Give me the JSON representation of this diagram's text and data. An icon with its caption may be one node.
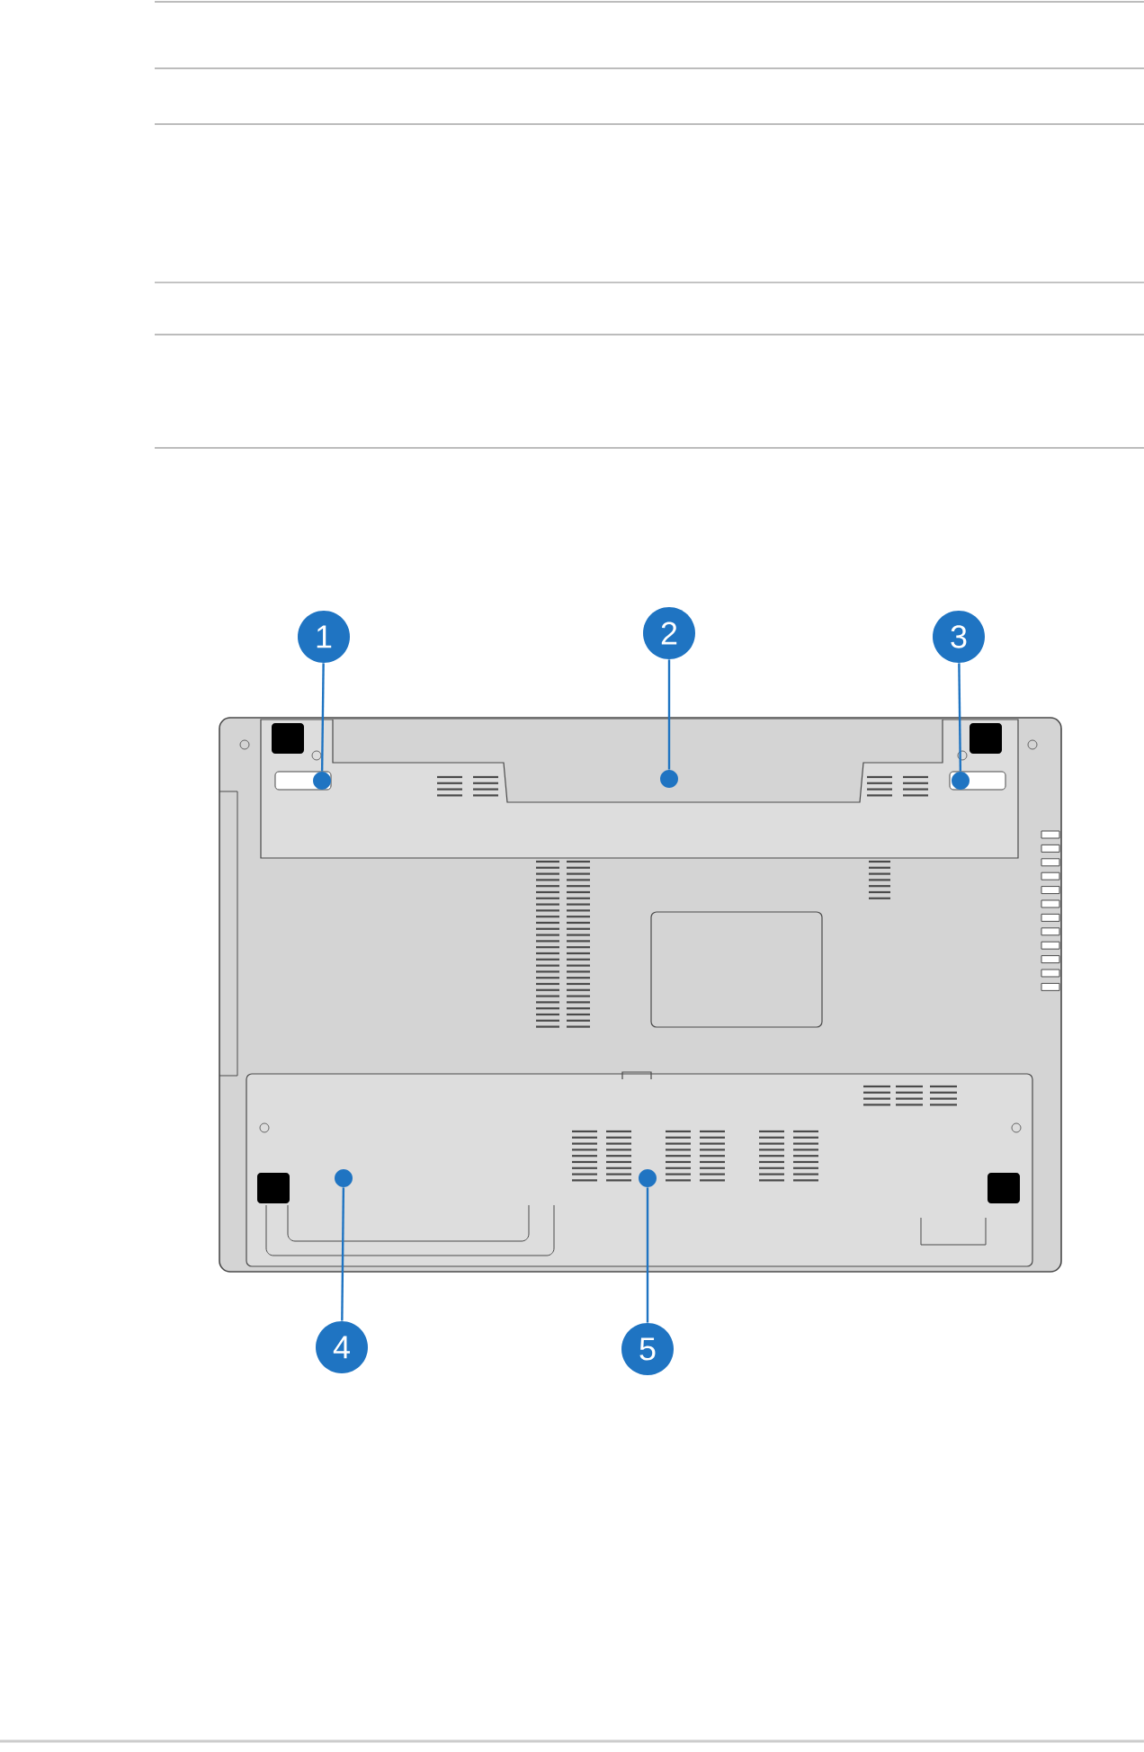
{
  "diagram": {
    "nodes": [
      {
        "text": [
          "1"
        ]
      },
      {
        "text": [
          "2"
        ]
      },
      {
        "text": [
          "3"
        ]
      },
      {
        "text": [],
        "shape": "circle"
      },
      {
        "text": [],
        "shape": "circle"
      },
      {
        "text": [],
        "shape": "circle"
      },
      {
        "text": [],
        "shape": "circle"
      },
      {
        "text": [],
        "shape": "circle"
      },
      {
        "text": [
          "4"
        ]
      },
      {
        "text": [
          "5"
        ]
      }
    ],
    "edges": [
      {
        "from": 0,
        "to": 3,
        "arrow": "none"
      },
      {
        "from": 1,
        "to": 4,
        "arrow": "none"
      },
      {
        "from": 2,
        "to": 5,
        "arrow": "none"
      },
      {
        "from": 8,
        "to": 6,
        "arrow": "none"
      },
      {
        "from": 9,
        "to": 7,
        "arrow": "none"
      }
    ]
  }
}
